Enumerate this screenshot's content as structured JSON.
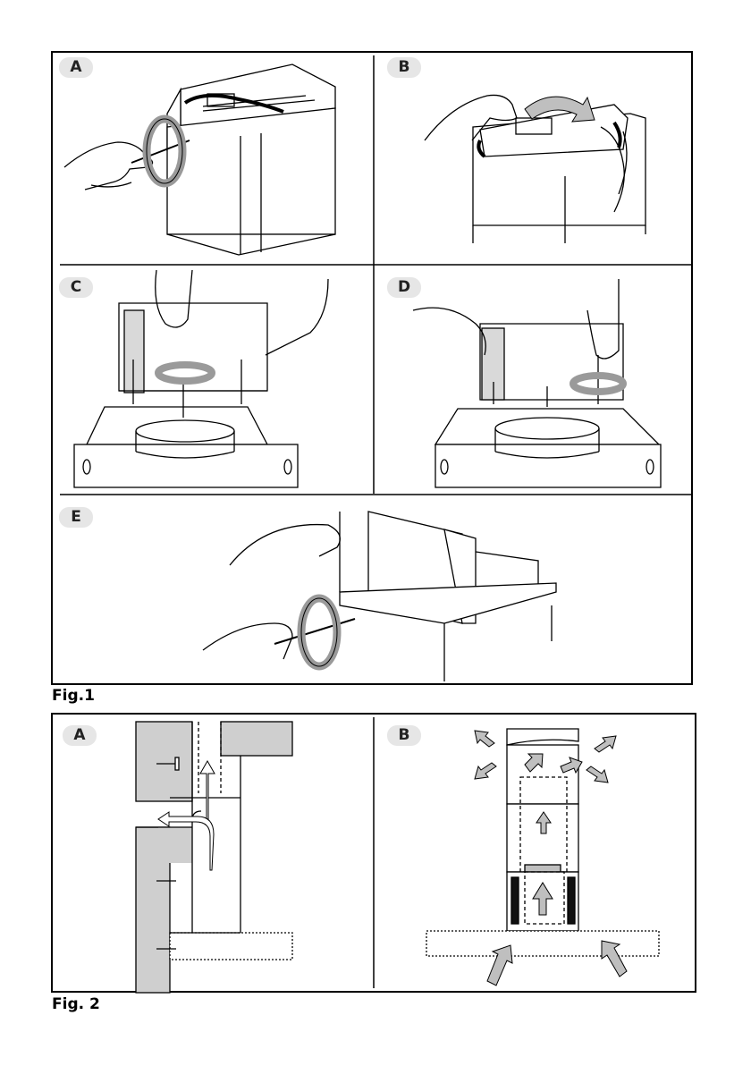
{
  "fig1": {
    "caption": "Fig.1",
    "panels": [
      {
        "label": "A"
      },
      {
        "label": "B"
      },
      {
        "label": "C"
      },
      {
        "label": "D"
      },
      {
        "label": "E"
      }
    ]
  },
  "fig2": {
    "caption": "Fig. 2",
    "panels": [
      {
        "label": "A"
      },
      {
        "label": "B"
      }
    ]
  },
  "colors": {
    "wall_fill": "#cfcfcf",
    "arrow_fill": "#bfbfbf",
    "badge_fill": "#e6e6e6",
    "line": "#000000"
  }
}
